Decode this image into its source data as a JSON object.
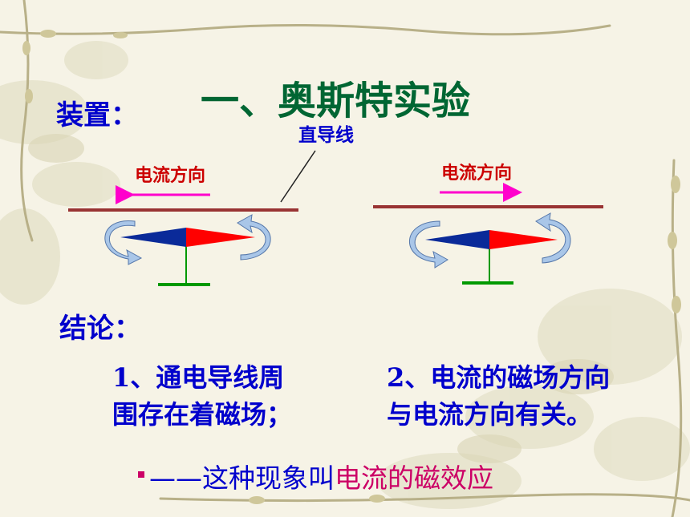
{
  "colors": {
    "blue": "#0000cc",
    "red_label": "#cc0000",
    "magenta": "#cc0066",
    "title_green": "#006633",
    "wire": "#993333",
    "arrow_pink": "#ff00cc",
    "needle_blue": "#0a2a99",
    "needle_red": "#ff0000",
    "stand_green": "#009900",
    "swirl": "#a9c6e8"
  },
  "slide": {
    "title": "一、奥斯特实验",
    "device_label": "装置：",
    "wire_label": "直导线",
    "left_current_label": "电流方向",
    "right_current_label": "电流方向",
    "conclusion_label": "结论：",
    "conclusion1_line1": "1、通电导线周",
    "conclusion1_line2": "围存在着磁场；",
    "conclusion2_line1": "2、电流的磁场方向",
    "conclusion2_line2": "与电流方向有关。",
    "summary_prefix": "——这种现象叫",
    "summary_highlight": "电流的磁效应"
  }
}
